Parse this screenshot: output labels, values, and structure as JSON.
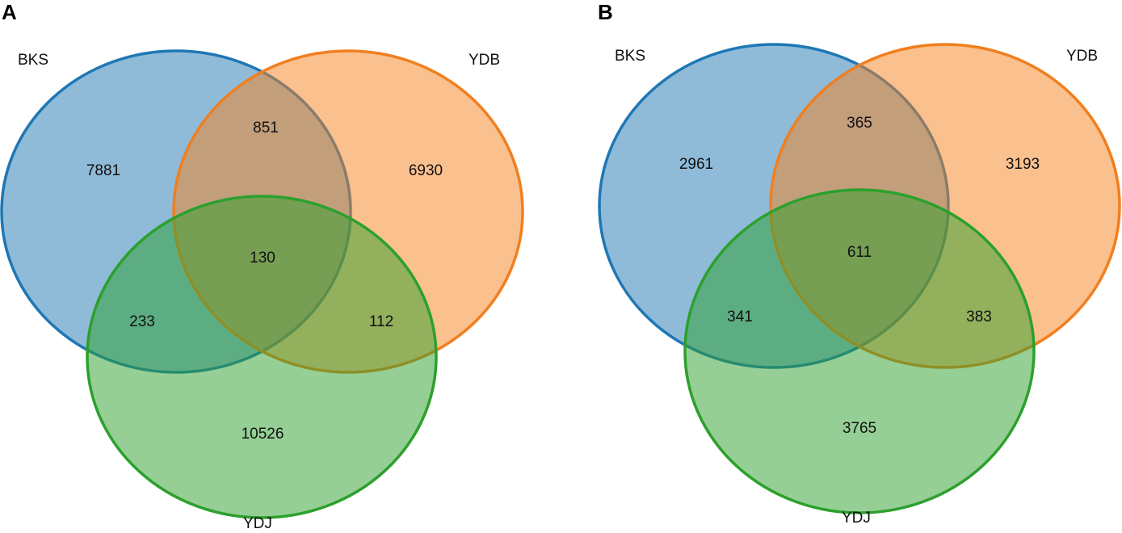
{
  "colors": {
    "bks_fill": "#90bbdc",
    "bks_stroke": "#1f77b4",
    "ydb_fill": "#f9be8a",
    "ydb_stroke": "#f07f20",
    "ydj_fill": "#79c676",
    "ydj_stroke": "#2ca02c"
  },
  "panels": [
    {
      "letter": "A",
      "sets": [
        "BKS",
        "YDB",
        "YDJ"
      ],
      "regions": {
        "bks_only": "7881",
        "ydb_only": "6930",
        "ydj_only": "10526",
        "bks_ydb": "851",
        "bks_ydj": "233",
        "ydb_ydj": "112",
        "all": "130"
      }
    },
    {
      "letter": "B",
      "sets": [
        "BKS",
        "YDB",
        "YDJ"
      ],
      "regions": {
        "bks_only": "2961",
        "ydb_only": "3193",
        "ydj_only": "3765",
        "bks_ydb": "365",
        "bks_ydj": "341",
        "ydb_ydj": "383",
        "all": "611"
      }
    }
  ]
}
